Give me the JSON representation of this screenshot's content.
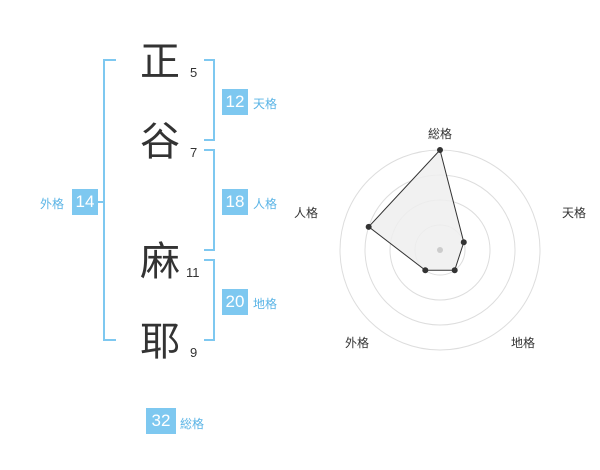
{
  "name": {
    "chars": [
      {
        "char": "正",
        "strokes": "5"
      },
      {
        "char": "谷",
        "strokes": "7"
      },
      {
        "char": "麻",
        "strokes": "11"
      },
      {
        "char": "耶",
        "strokes": "9"
      }
    ]
  },
  "fortunes": {
    "tenkaku": {
      "value": "12",
      "label": "天格"
    },
    "jinkaku": {
      "value": "18",
      "label": "人格"
    },
    "chikaku": {
      "value": "20",
      "label": "地格"
    },
    "gaikaku": {
      "value": "14",
      "label": "外格"
    },
    "soukaku": {
      "value": "32",
      "label": "総格"
    }
  },
  "chart_data": {
    "type": "radar",
    "axes": [
      "総格",
      "天格",
      "地格",
      "外格",
      "人格"
    ],
    "values": [
      4,
      1,
      1,
      1,
      3
    ],
    "max": 4,
    "rings": 4,
    "colors": {
      "fill": "#eeeeee",
      "line": "#333333",
      "grid": "#dddddd",
      "center": "#cccccc"
    }
  }
}
